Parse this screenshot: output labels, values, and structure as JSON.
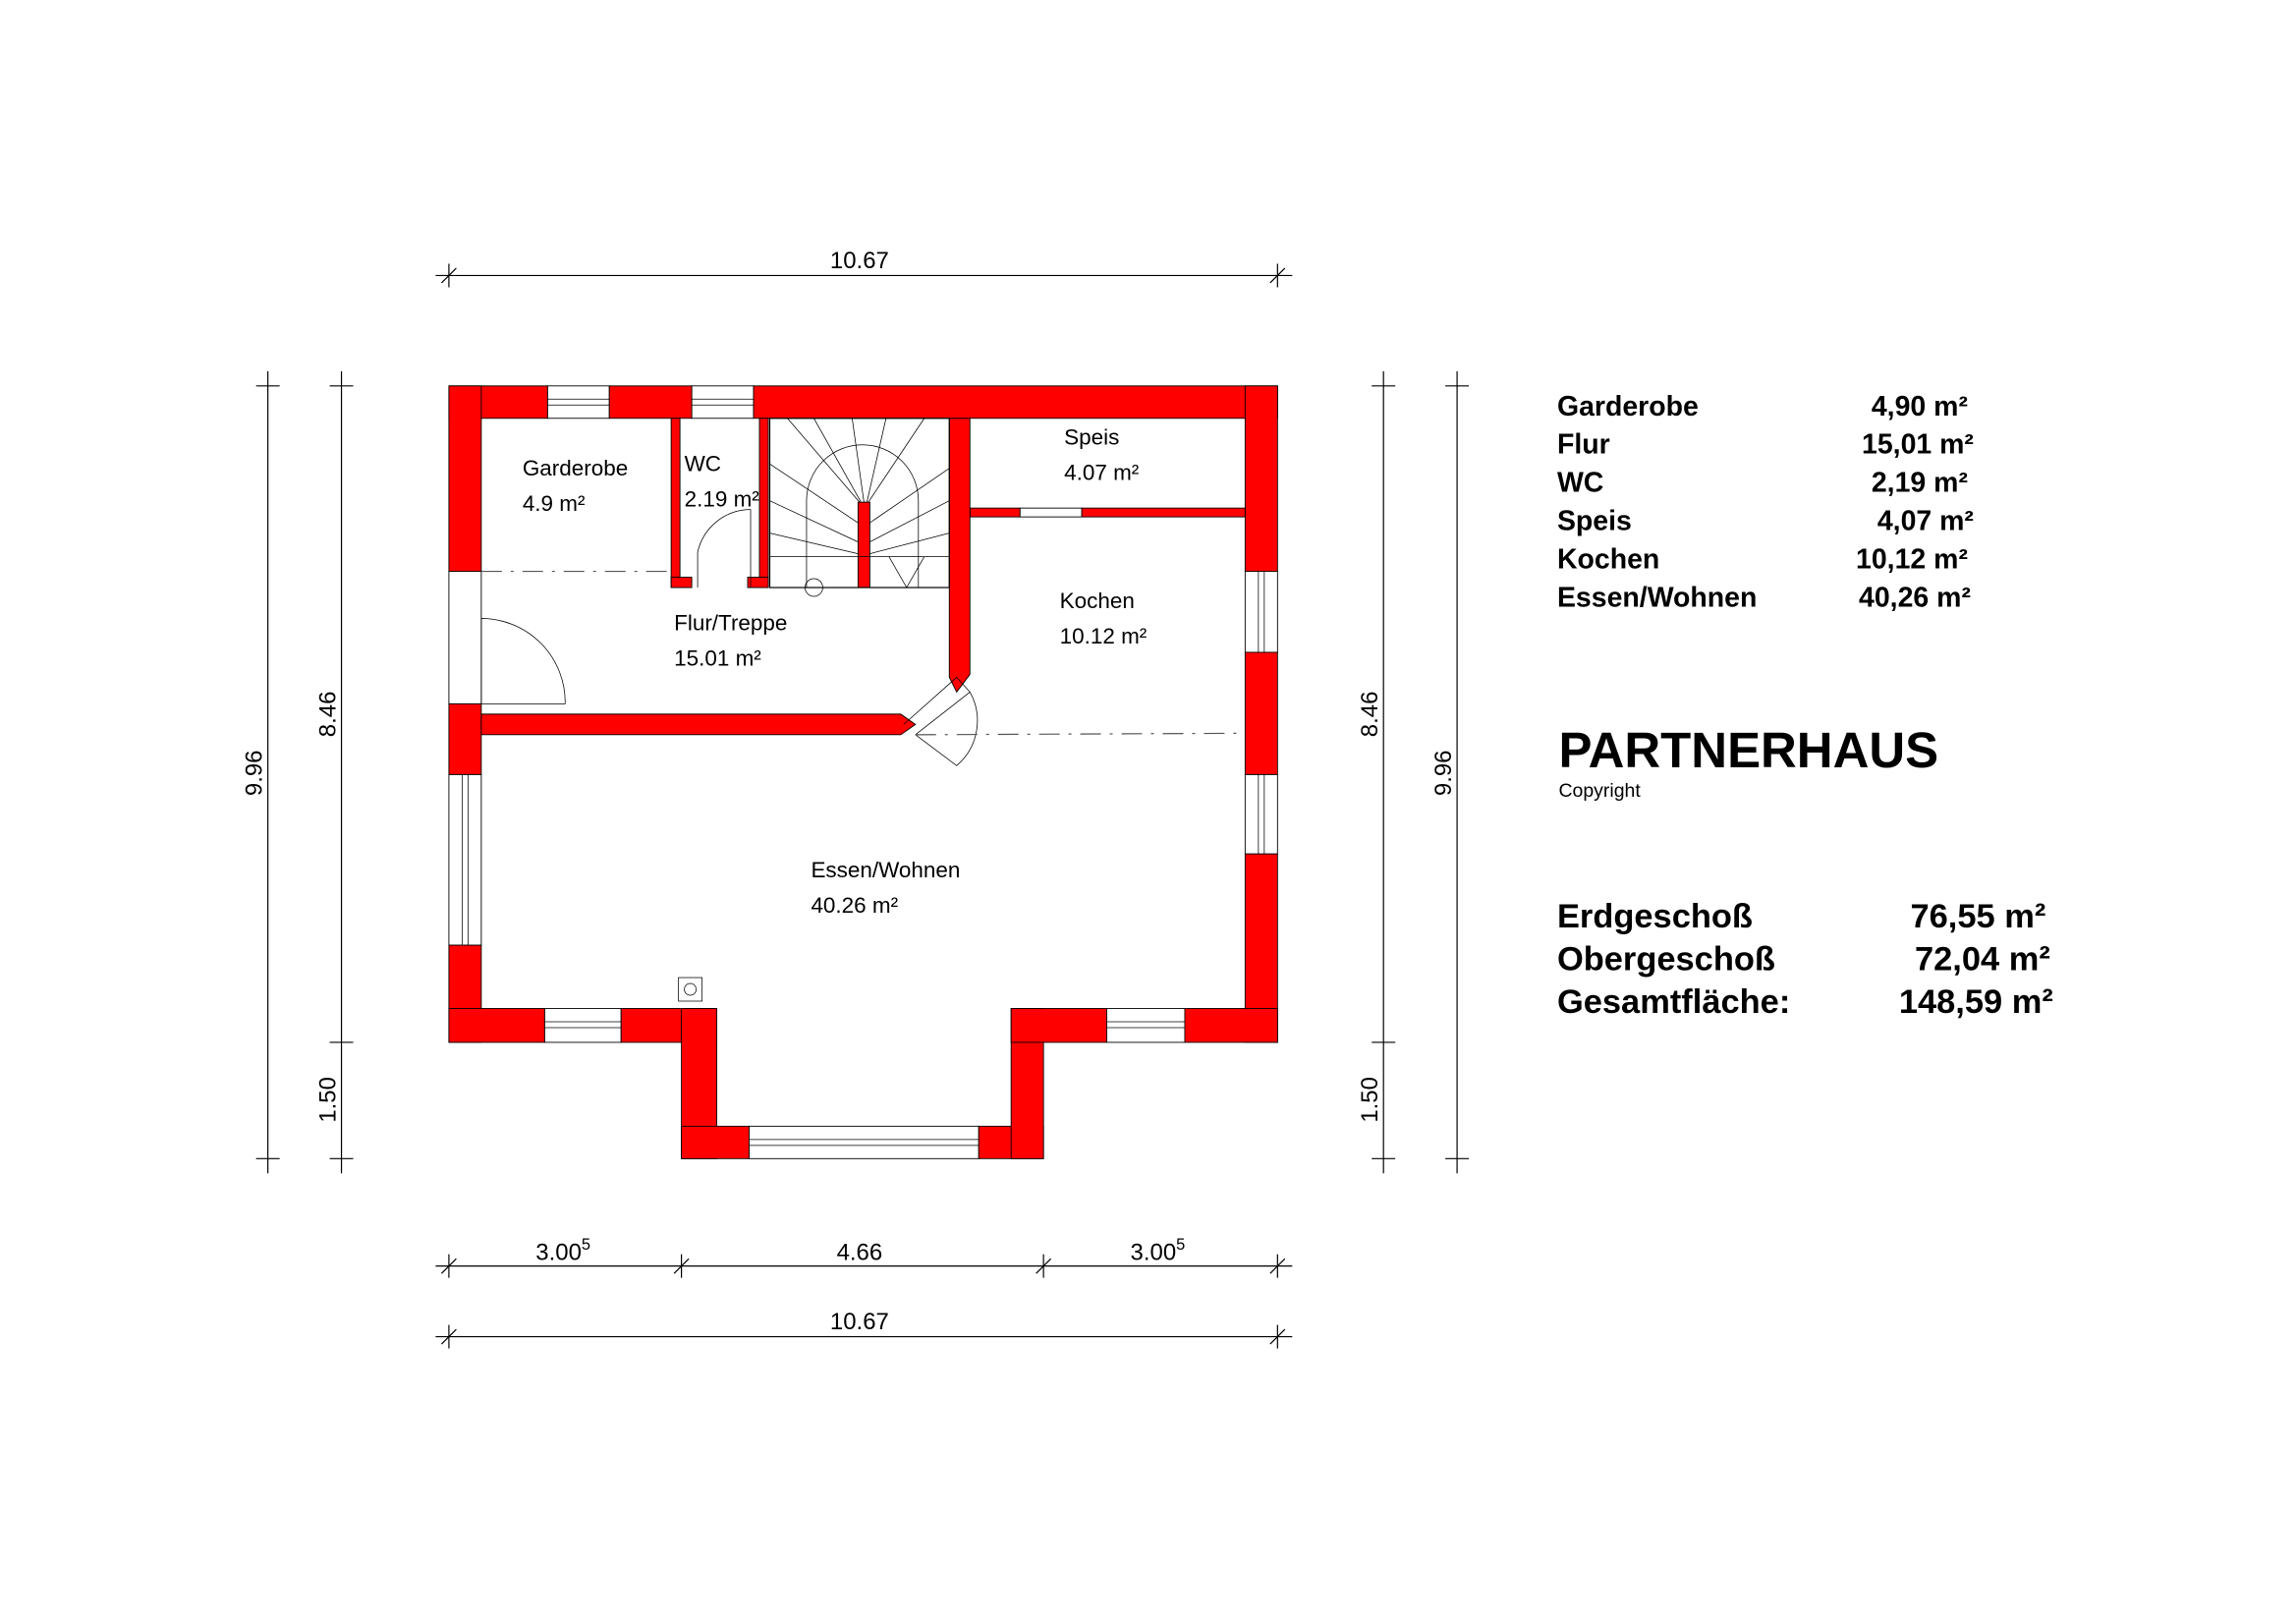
{
  "rooms": [
    {
      "name": "Garderobe",
      "area": "4.9 m²"
    },
    {
      "name": "WC",
      "area": "2.19 m²"
    },
    {
      "name": "Speis",
      "area": "4.07 m²"
    },
    {
      "name": "Flur/Treppe",
      "area": "15.01 m²"
    },
    {
      "name": "Kochen",
      "area": "10.12 m²"
    },
    {
      "name": "Essen/Wohnen",
      "area": "40.26 m²"
    }
  ],
  "dimensions": {
    "top_total": "10.67",
    "bottom_total": "10.67",
    "bottom_left": "3.00",
    "bottom_left_sup": "5",
    "bottom_middle": "4.66",
    "bottom_right": "3.00",
    "bottom_right_sup": "5",
    "left_outer": "9.96",
    "left_main": "8.46",
    "left_bay": "1.50",
    "right_main": "8.46",
    "right_bay": "1.50",
    "right_outer": "9.96"
  },
  "area_table": [
    {
      "name": "Garderobe",
      "area": "4,90 m²"
    },
    {
      "name": "Flur",
      "area": "15,01 m²"
    },
    {
      "name": "WC",
      "area": "2,19 m²"
    },
    {
      "name": "Speis",
      "area": "4,07 m²"
    },
    {
      "name": "Kochen",
      "area": "10,12 m²"
    },
    {
      "name": "Essen/Wohnen",
      "area": "40,26 m²"
    }
  ],
  "brand": {
    "title": "PARTNERHAUS",
    "subtitle": "Copyright"
  },
  "totals": [
    {
      "name": "Erdgeschoß",
      "area": "76,55 m²"
    },
    {
      "name": "Obergeschoß",
      "area": "72,04 m²"
    },
    {
      "name": "Gesamtfläche:",
      "area": "148,59 m²"
    }
  ],
  "colors": {
    "wall": "#ff0000"
  }
}
